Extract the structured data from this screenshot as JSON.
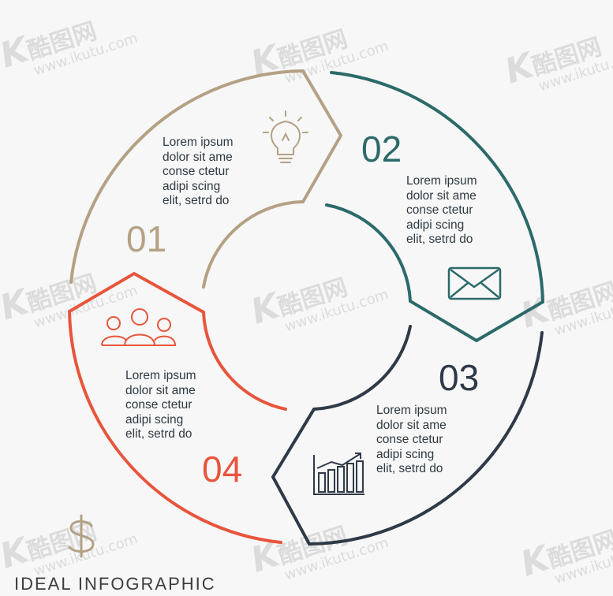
{
  "watermark": {
    "mark": "K",
    "brand": "酷图网",
    "url": "www.ikutu.com"
  },
  "colors": {
    "s1": "#b4a184",
    "s2": "#2c6a6a",
    "s3": "#2f3a48",
    "s4": "#e8553c",
    "dollar": "#b4a184"
  },
  "segments": [
    {
      "number": "01",
      "icon": "lightbulb-icon",
      "text": [
        "Lorem ipsum",
        "dolor sit ame",
        "conse ctetur",
        "adipi scing",
        "elit, setrd do"
      ]
    },
    {
      "number": "02",
      "icon": "envelope-icon",
      "text": [
        "Lorem ipsum",
        "dolor sit ame",
        "conse ctetur",
        "adipi scing",
        "elit, setrd do"
      ]
    },
    {
      "number": "03",
      "icon": "bar-chart-icon",
      "text": [
        "Lorem ipsum",
        "dolor sit ame",
        "conse ctetur",
        "adipi scing",
        "elit, setrd do"
      ]
    },
    {
      "number": "04",
      "icon": "people-icon",
      "text": [
        "Lorem ipsum",
        "dolor sit ame",
        "conse ctetur",
        "adipi scing",
        "elit, setrd do"
      ]
    }
  ],
  "footer_icon": "dollar-icon",
  "footer_text": "IDEAL INFOGRAPHIC"
}
